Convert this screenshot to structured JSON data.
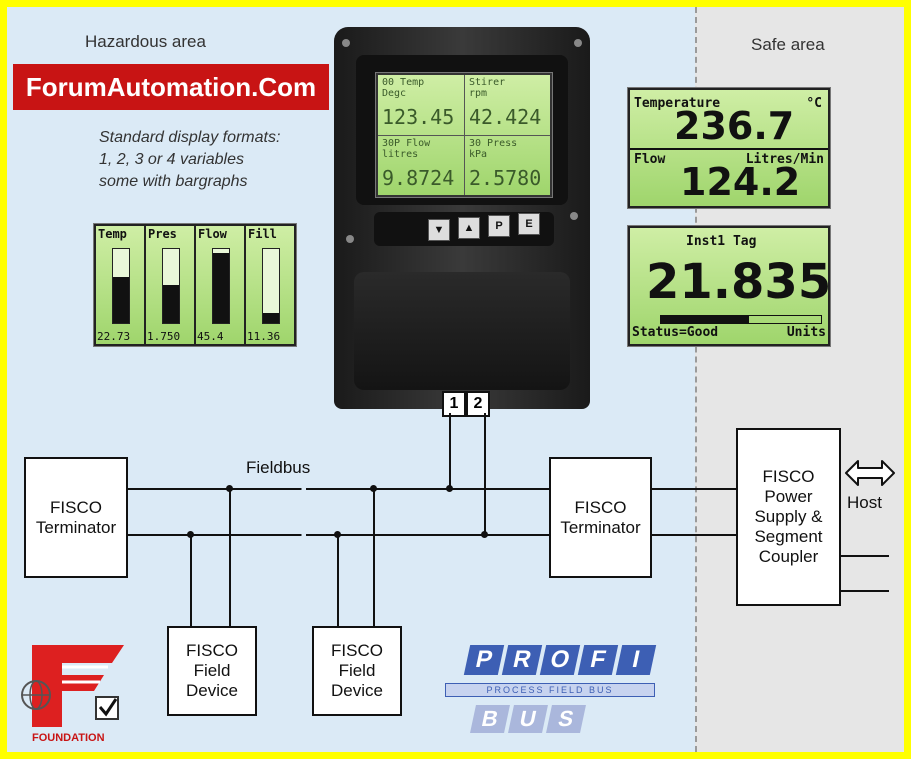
{
  "areas": {
    "hazardous": "Hazardous area",
    "safe": "Safe area"
  },
  "brand": "ForumAutomation.Com",
  "note": [
    "Standard display formats:",
    "1, 2, 3 or 4 variables",
    "some with bargraphs"
  ],
  "bargraph_display": {
    "columns": [
      {
        "label": "Temp",
        "value": "22.73",
        "level": 0.62
      },
      {
        "label": "Pres",
        "value": "1.750",
        "level": 0.52
      },
      {
        "label": "Flow",
        "value": "45.4",
        "level": 0.94
      },
      {
        "label": "Fill",
        "value": "11.36",
        "level": 0.14
      }
    ]
  },
  "device_display": {
    "cells": [
      {
        "top": "00 Temp",
        "sub": "Degc",
        "value": "123.45"
      },
      {
        "top": "Stirer",
        "sub": "rpm",
        "value": "42.424"
      },
      {
        "top": "30P Flow",
        "sub": "litres",
        "value": "9.8724"
      },
      {
        "top": "30 Press",
        "sub": "kPa",
        "value": "2.5780"
      }
    ],
    "keys": [
      "▼",
      "▲",
      "P",
      "E"
    ]
  },
  "display_two": {
    "label1": "Temperature",
    "unit1": "°C",
    "value1": "236.7",
    "label2": "Flow",
    "unit2": "Litres/Min",
    "value2": "124.2"
  },
  "display_one": {
    "tag": "Inst1 Tag",
    "value": "21.835",
    "status": "Status=Good",
    "units": "Units",
    "bar_level": 0.55
  },
  "terminals": [
    "1",
    "2"
  ],
  "fieldbus_label": "Fieldbus",
  "boxes": {
    "terminator_left": [
      "FISCO",
      "Terminator"
    ],
    "terminator_right": [
      "FISCO",
      "Terminator"
    ],
    "device_1": [
      "FISCO",
      "Field",
      "Device"
    ],
    "device_2": [
      "FISCO",
      "Field",
      "Device"
    ],
    "power_supply": [
      "FISCO",
      "Power",
      "Supply &",
      "Segment",
      "Coupler"
    ]
  },
  "host_label": "Host",
  "logos": {
    "foundation": "FOUNDATION",
    "profibus_top": [
      "P",
      "R",
      "O",
      "F",
      "I"
    ],
    "profibus_sub": "PROCESS FIELD BUS",
    "profibus_bottom": [
      "B",
      "U",
      "S"
    ]
  },
  "colors": {
    "brand_red": "#c81414",
    "frame_yellow": "#ffff00",
    "lcd_green": "#b5e28a",
    "hazard_blue": "#dbeaf6",
    "profibus_blue": "#3d5fb4"
  }
}
